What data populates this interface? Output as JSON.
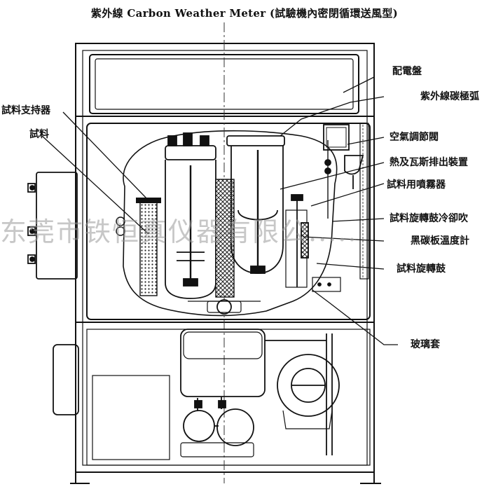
{
  "title": "紫外線 Carbon Weather Meter (試驗機內密閉循環送風型)",
  "watermark": "东莞市铁恒真仪器有限公.....",
  "labels": {
    "control_panel": "配電盤",
    "uv_carbon_arc": "紫外線碳極弧",
    "air_regulator_valve": "空氣調節閥",
    "heat_gas_exhaust": "熱及瓦斯排出裝置",
    "specimen_sprayer": "試料用噴霧器",
    "specimen_drum_cooling": "試料旋轉鼓冷卻吹",
    "black_panel_thermometer": "黑碳板溫度計",
    "specimen_rotating_drum": "試料旋轉鼓",
    "glass_cover": "玻璃套",
    "specimen_holder": "試料支持器",
    "specimen": "試料"
  }
}
